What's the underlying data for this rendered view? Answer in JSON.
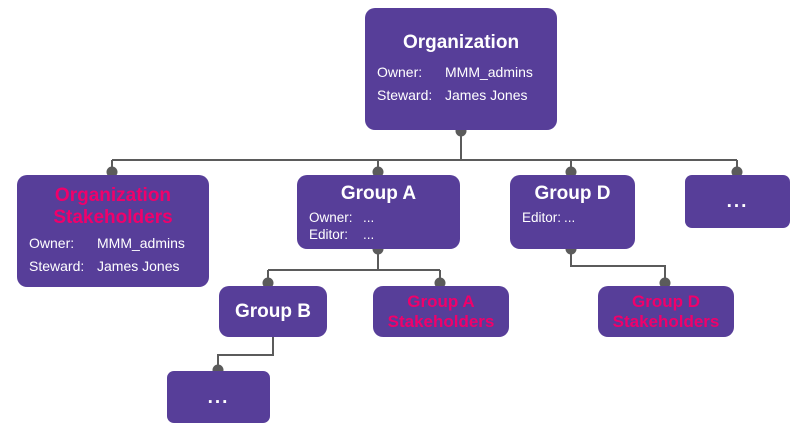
{
  "diagram": {
    "type": "org-hierarchy-tree",
    "background_color": "#ffffff",
    "node_fill": "#573E99",
    "connector_color": "#5B5B5B",
    "title_color_default": "#ffffff",
    "title_color_stakeholder": "#F0006B",
    "ellipsis_glyph": "..."
  },
  "nodes": {
    "organization": {
      "title": "Organization",
      "attrs": [
        {
          "label": "Owner:",
          "value": "MMM_admins"
        },
        {
          "label": "Steward:",
          "value": "James Jones"
        }
      ]
    },
    "organization_stakeholders": {
      "title": "Organization\nStakeholders",
      "attrs": [
        {
          "label": "Owner:",
          "value": "MMM_admins"
        },
        {
          "label": "Steward:",
          "value": "James Jones"
        }
      ]
    },
    "group_a": {
      "title": "Group A",
      "attrs": [
        {
          "label": "Owner:",
          "value": "..."
        },
        {
          "label": "Editor:",
          "value": "..."
        }
      ]
    },
    "group_d": {
      "title": "Group D",
      "attrs": [
        {
          "label": "Editor:",
          "value": "..."
        }
      ]
    },
    "org_more": {
      "title": "..."
    },
    "group_b": {
      "title": "Group B"
    },
    "group_a_stakeholders": {
      "title": "Group A\nStakeholders"
    },
    "group_d_stakeholders": {
      "title": "Group D\nStakeholders"
    },
    "group_b_more": {
      "title": "..."
    }
  }
}
